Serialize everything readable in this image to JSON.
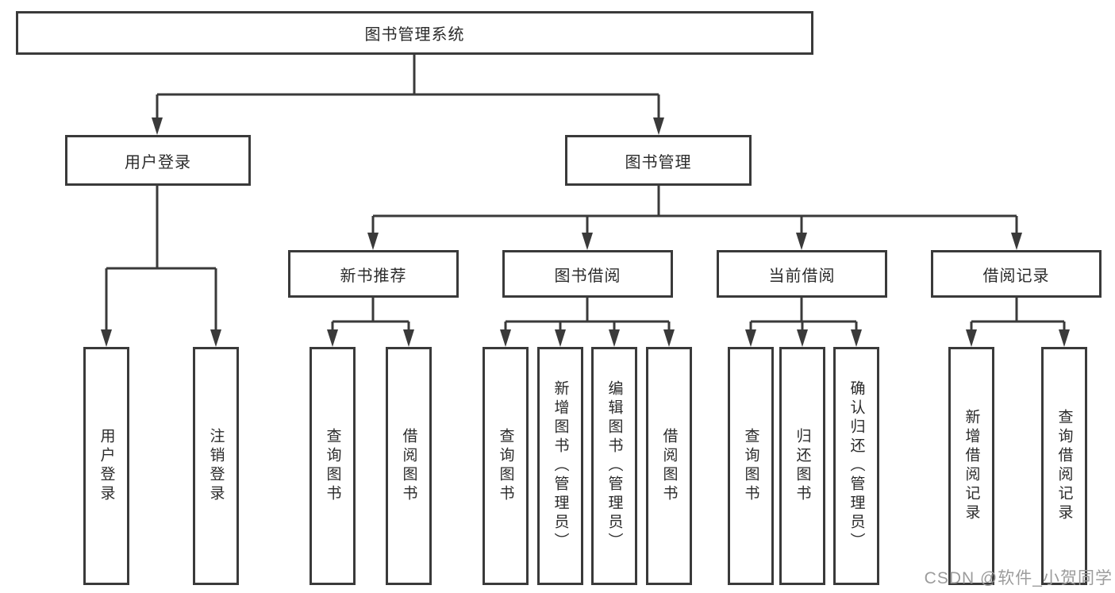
{
  "diagram": {
    "type": "hierarchy-tree",
    "root": {
      "label": "图书管理系统",
      "children": [
        {
          "label": "用户登录",
          "children": [
            {
              "label": "用户登录"
            },
            {
              "label": "注销登录"
            }
          ]
        },
        {
          "label": "图书管理",
          "children": [
            {
              "label": "新书推荐",
              "children": [
                {
                  "label": "查询图书"
                },
                {
                  "label": "借阅图书"
                }
              ]
            },
            {
              "label": "图书借阅",
              "children": [
                {
                  "label": "查询图书"
                },
                {
                  "label": "新增图书（管理员）"
                },
                {
                  "label": "编辑图书（管理员）"
                },
                {
                  "label": "借阅图书"
                }
              ]
            },
            {
              "label": "当前借阅",
              "children": [
                {
                  "label": "查询图书"
                },
                {
                  "label": "归还图书"
                },
                {
                  "label": "确认归还（管理员）"
                }
              ]
            },
            {
              "label": "借阅记录",
              "children": [
                {
                  "label": "新增借阅记录"
                },
                {
                  "label": "查询借阅记录"
                }
              ]
            }
          ]
        }
      ]
    }
  },
  "watermark": {
    "text": "CSDN @软件_小贺同学",
    "color": "#9c9c9c"
  },
  "colors": {
    "line": "#3a3a3a",
    "box_border": "#3a3a3a",
    "box_fill": "#ffffff",
    "text": "#2b2b2b",
    "background": "#ffffff"
  }
}
